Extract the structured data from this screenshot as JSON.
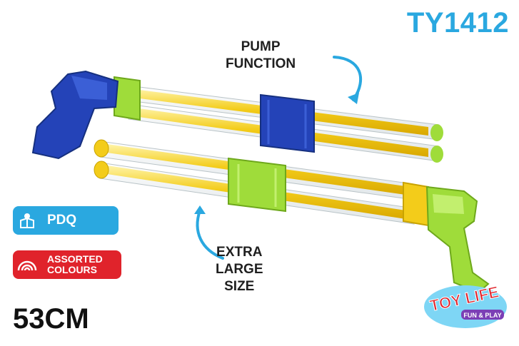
{
  "product_code": "TY1412",
  "callouts": {
    "pump_line1": "PUMP",
    "pump_line2": "FUNCTION",
    "extra_line1": "EXTRA",
    "extra_line2": "LARGE",
    "extra_line3": "SIZE"
  },
  "badges": {
    "pdq": "PDQ",
    "assorted_line1": "ASSORTED",
    "assorted_line2": "COLOURS"
  },
  "size_label": "53CM",
  "logo": {
    "brand": "TOY LIFE",
    "tagline": "FUN & PLAY"
  },
  "colors": {
    "accent_blue": "#2aa8e0",
    "badge_red": "#e0232b",
    "gun_blue": "#2443b8",
    "gun_green": "#9fdc3a",
    "tube_yellow": "#f3cc1a"
  },
  "icons": [
    "curved-arrow-icon",
    "box-person-icon",
    "rainbow-icon"
  ]
}
